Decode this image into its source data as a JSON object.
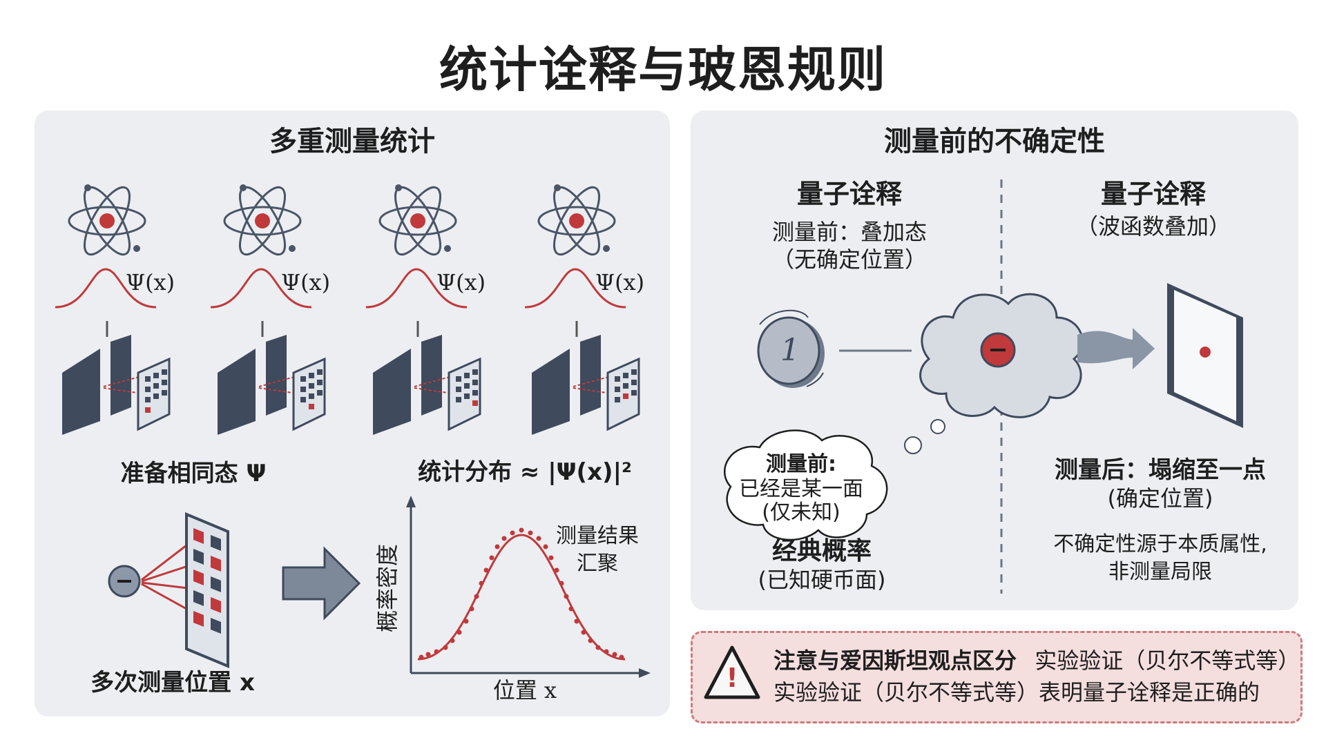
{
  "title": "统计诠释与玻恩规则",
  "left_panel": {
    "heading": "多重测量统计",
    "psi_label": "Ψ(x)",
    "prepare_label": "准备相同态 Ψ",
    "distribution_label": "统计分布 ≈ |Ψ(x)|²",
    "multi_measure_label": "多次测量位置 x",
    "electron_sign": "−",
    "chart": {
      "ylabel": "概率密度",
      "xlabel": "位置 x",
      "annotation_line1": "测量结果",
      "annotation_line2": "汇聚"
    }
  },
  "right_panel": {
    "heading": "测量前的不确定性",
    "quantum_left": {
      "title": "量子诠释",
      "line1": "测量前：叠加态",
      "line2": "（无确定位置）"
    },
    "quantum_right": {
      "title": "量子诠释",
      "line1": "（波函数叠加）"
    },
    "coin_digit": "1",
    "electron_sign": "−",
    "thought_bubble": {
      "line1": "测量前:",
      "line2": "已经是某一面",
      "line3": "(仅未知)"
    },
    "classical": {
      "title": "经典概率",
      "line1": "(已知硬币面)"
    },
    "after": {
      "title": "测量后：塌缩至一点",
      "line1": "(确定位置)"
    },
    "note_line1": "不确定性源于本质属性,",
    "note_line2": "非测量局限"
  },
  "warning": {
    "bold": "注意与爱因斯坦观点区分",
    "line1_rest": "实验验证（贝尔不等式等）",
    "line2": "实验验证（贝尔不等式等）表明量子诠释是正确的",
    "icon_glyph": "!"
  },
  "colors": {
    "red": "#c0393b",
    "slate": "#3f4a5c",
    "panel": "#eceef2",
    "warn_bg": "#f5dede"
  }
}
